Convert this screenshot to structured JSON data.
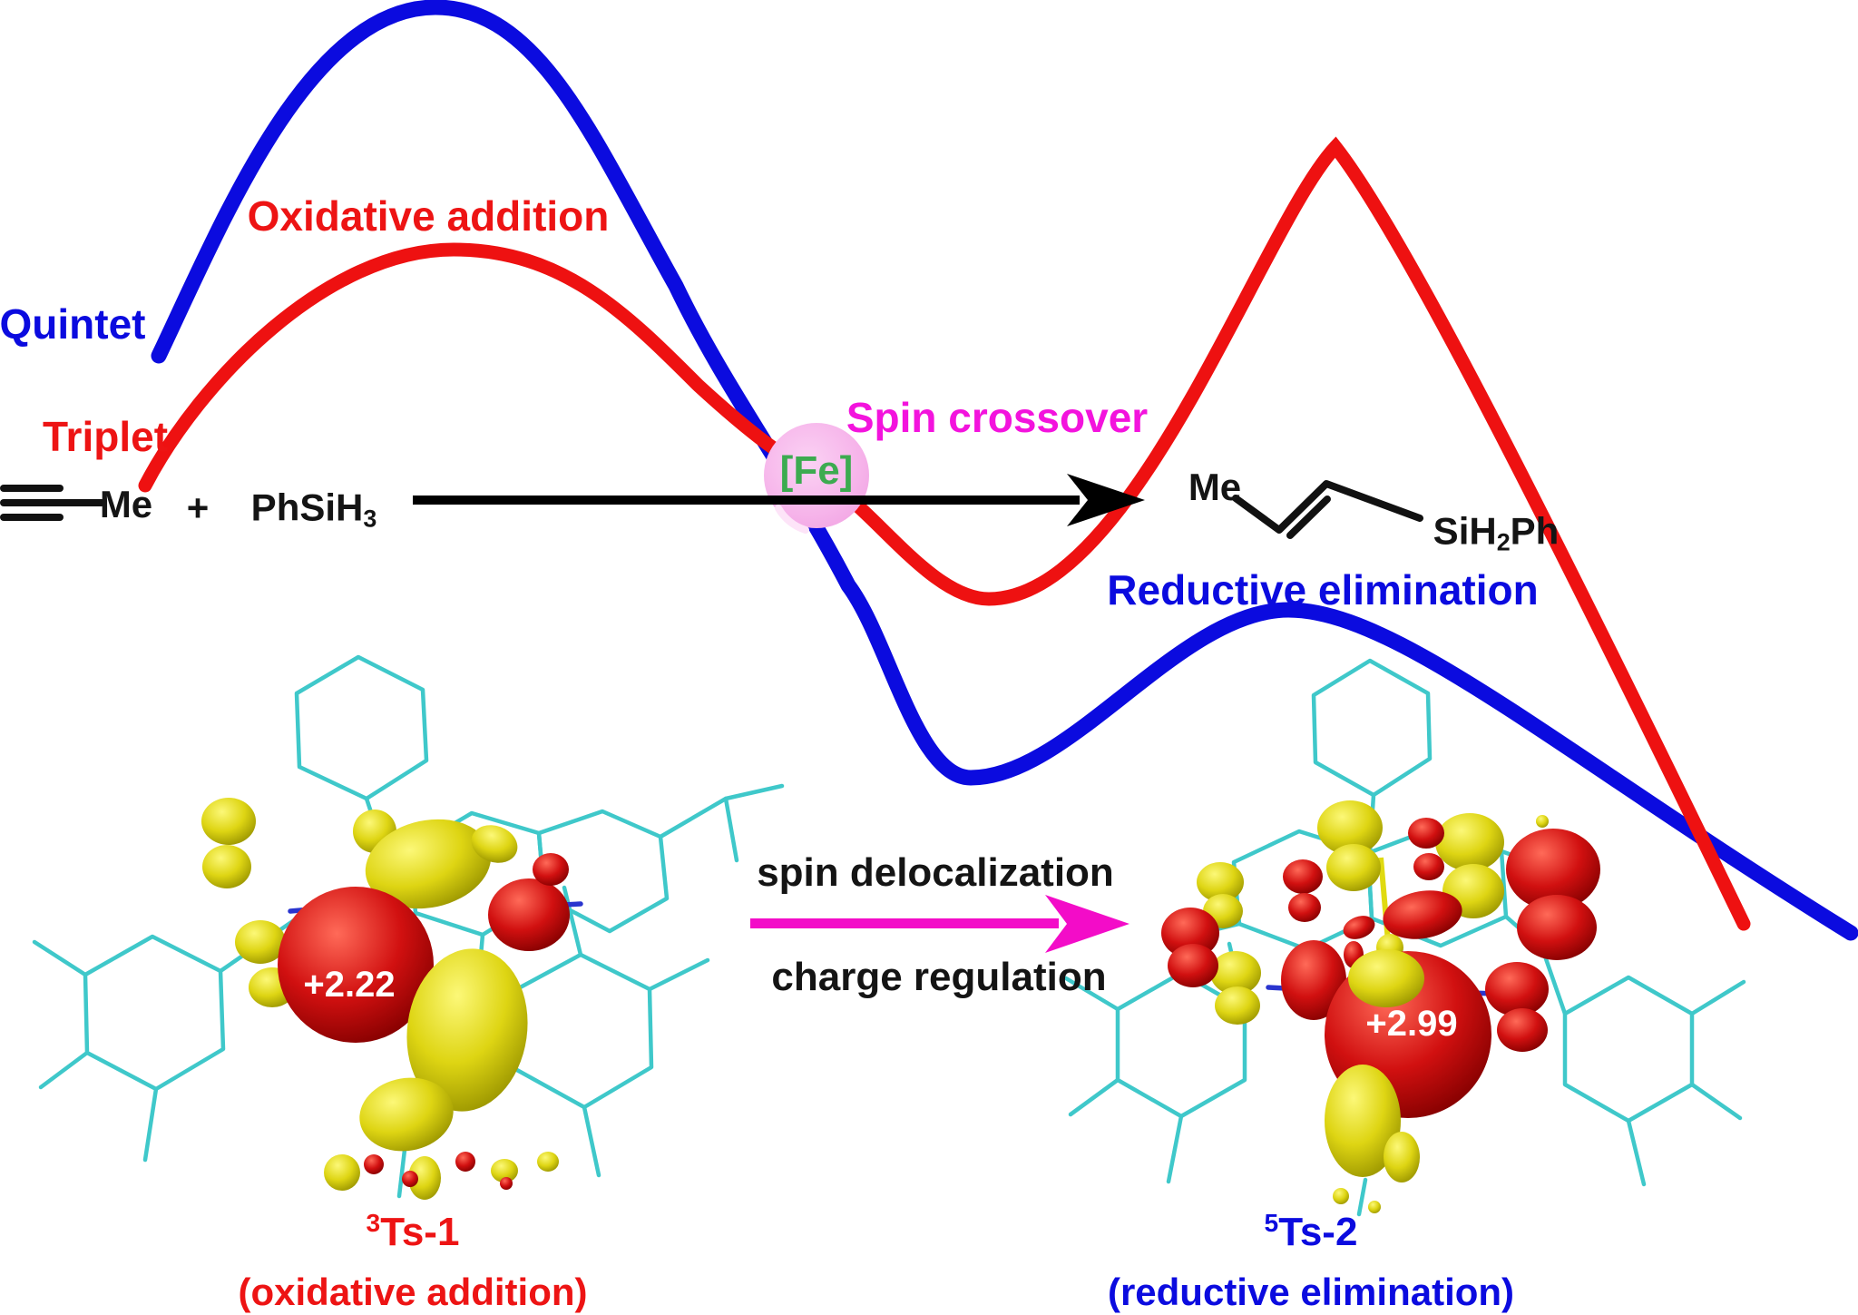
{
  "energy_diagram": {
    "quintet_label": "Quintet",
    "triplet_label": "Triplet",
    "oxidative_addition_label": "Oxidative addition",
    "spin_crossover_label": "Spin crossover",
    "reductive_elimination_label": "Reductive elimination",
    "catalyst_label": "[Fe]"
  },
  "reaction_scheme": {
    "alkyne_substituent": "Me",
    "plus_sign": "+",
    "silane_formula_main": "PhSiH",
    "silane_formula_sub": "3",
    "product_substituent": "Me",
    "product_silyl_main": "SiH",
    "product_silyl_sub": "2",
    "product_silyl_tail": "Ph"
  },
  "transformation": {
    "line1": "spin delocalization",
    "line2": "charge regulation"
  },
  "structures": [
    {
      "id": "ts1",
      "spin_population": "+2.22",
      "name_superscript": "3",
      "name_main": "Ts-1",
      "caption": "(oxidative addition)"
    },
    {
      "id": "ts2",
      "spin_population": "+2.99",
      "name_superscript": "5",
      "name_main": "Ts-2",
      "caption": "(reductive elimination)"
    }
  ],
  "colors": {
    "quintet_blue": "#0b0bdf",
    "triplet_red": "#ee1111",
    "crossover_magenta": "#f313dd",
    "process_arrow_magenta": "#f30cc8",
    "catalyst_green": "#3cab50",
    "catalyst_circle_pink": "#f6b4ea",
    "wireframe_cyan": "#3fc8ca",
    "spin_alpha_yellow": "#ded513",
    "spin_beta_red": "#d11010",
    "reaction_arrow_black": "#000000"
  }
}
